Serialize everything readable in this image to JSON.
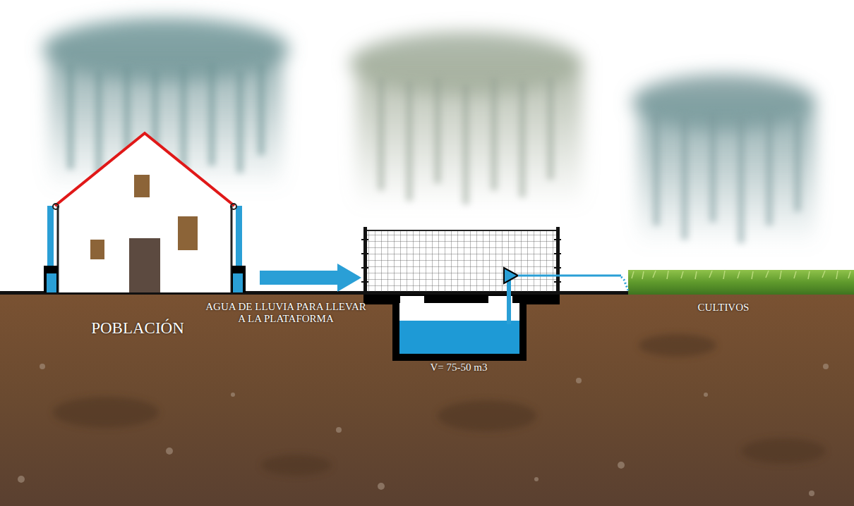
{
  "diagram": {
    "labels": [
      "POBLACIÓN",
      "AGUA DE LLUVIA PARA LLEVAR A LA PLATAFORMA",
      "V= 75-50 m3",
      "CULTIVOS"
    ]
  }
}
